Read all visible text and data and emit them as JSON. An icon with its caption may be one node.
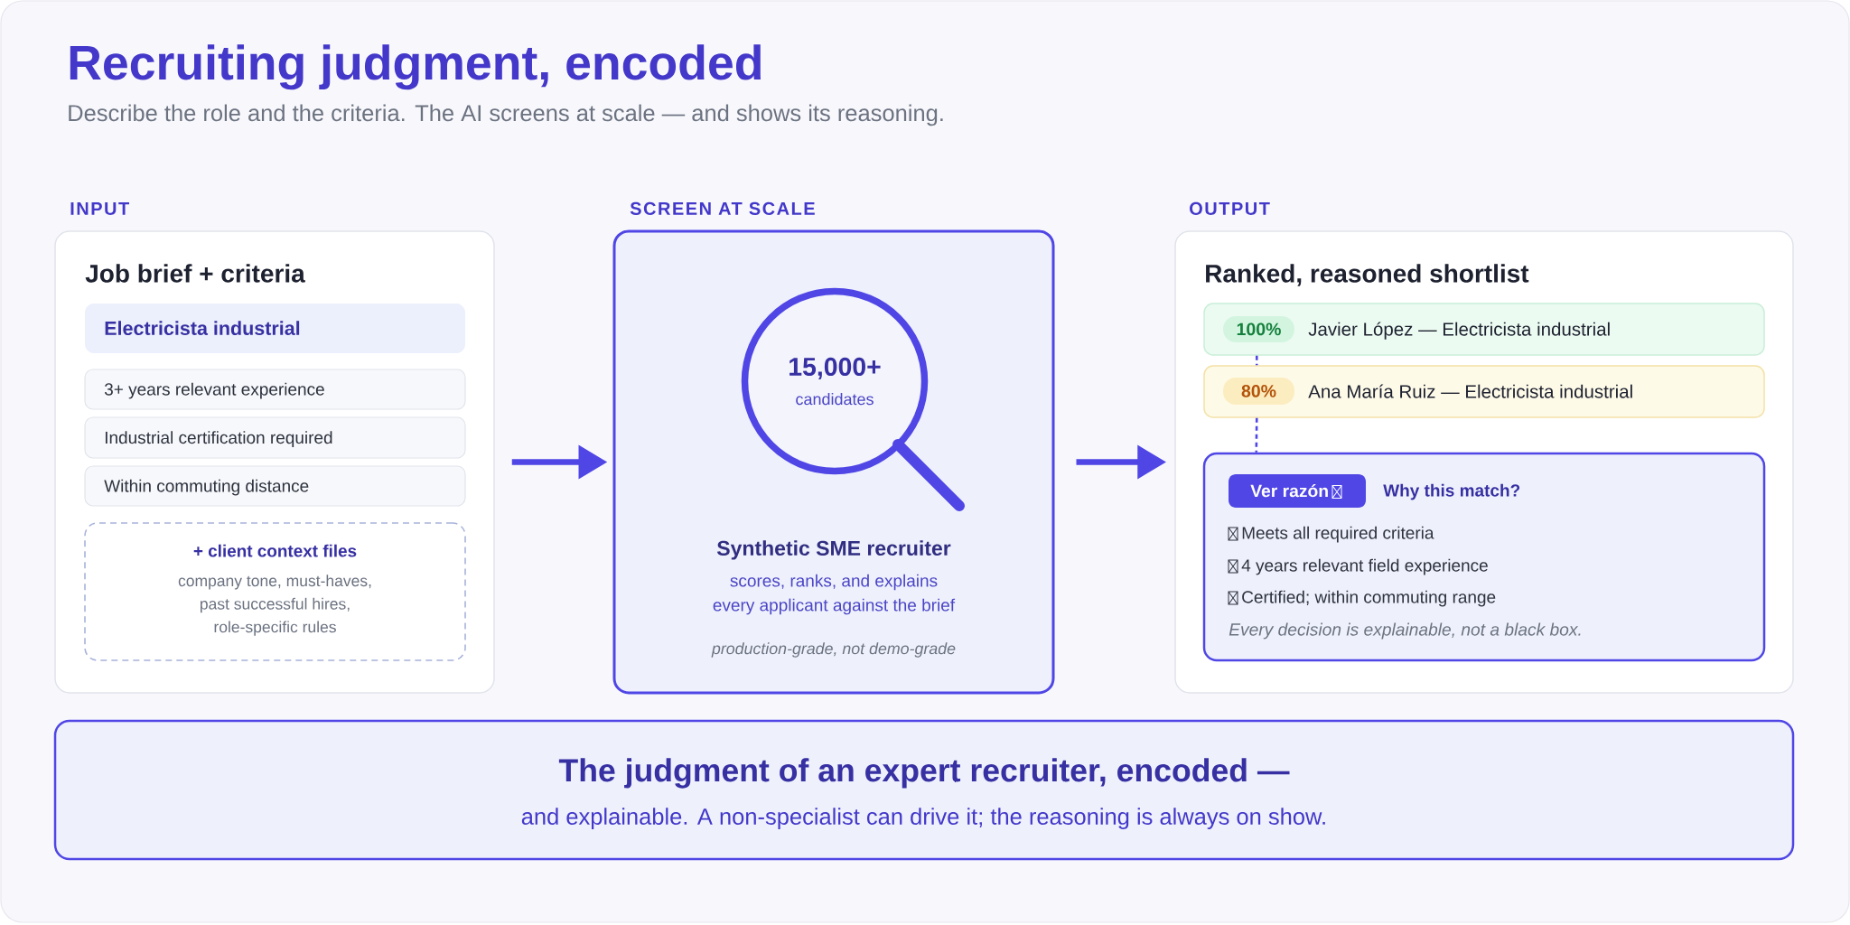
{
  "diagram": {
    "title": "Recruiting judgment, encoded",
    "nodes": [
      {
        "text": [
          "INPUT",
          "Job brief + criteria"
        ]
      },
      {
        "text": [
          "Electricista industrial"
        ],
        "in": 0
      },
      {
        "text": [
          "3+ years relevant experience"
        ],
        "in": 0
      },
      {
        "text": [
          "Industrial certification required"
        ],
        "in": 0
      },
      {
        "text": [
          "Within commuting distance"
        ],
        "in": 0
      },
      {
        "text": [
          "+ client context files",
          "company tone, must-haves, past successful hires, role-specific rules"
        ],
        "in": 0
      },
      {
        "text": [
          "SCREEN AT SCALE",
          "Synthetic SME recruiter",
          "scores, ranks, and explains every applicant against the brief",
          "production-grade, not demo-grade"
        ]
      },
      {
        "text": [
          "15,000+",
          "candidates"
        ],
        "in": 6
      },
      {
        "text": [
          "OUTPUT",
          "Ranked, reasoned shortlist"
        ]
      },
      {
        "text": [
          "Javier López — Electricista industrial"
        ],
        "in": 8
      },
      {
        "text": [
          "100%"
        ],
        "in": 9
      },
      {
        "text": [
          "Ana María Ruiz — Electricista industrial"
        ],
        "in": 8
      },
      {
        "text": [
          "80%"
        ],
        "in": 11
      },
      {
        "text": [
          "Why this match?",
          "Meets all required criteria",
          "4 years relevant field experience",
          "Certified; within commuting range",
          "Every decision is explainable, not a black box."
        ],
        "in": 8
      },
      {
        "text": [
          "Ver razón"
        ],
        "in": 13
      },
      {
        "text": [
          "The judgment of an expert recruiter, encoded —",
          "and explainable. A non-specialist can drive it; the reasoning is always on show."
        ]
      }
    ],
    "edges": [
      {
        "from": 0,
        "to": 6,
        "arrow": "to",
        "style": "thick"
      },
      {
        "from": 6,
        "to": 8,
        "arrow": "to",
        "style": "thick"
      },
      {
        "from": 9,
        "to": 11,
        "arrow": "none",
        "style": "dashed"
      },
      {
        "from": 11,
        "to": 13,
        "arrow": "none",
        "style": "dashed"
      }
    ],
    "labels": [
      "Describe the role and the criteria. The AI screens at scale — and shows its reasoning."
    ]
  }
}
